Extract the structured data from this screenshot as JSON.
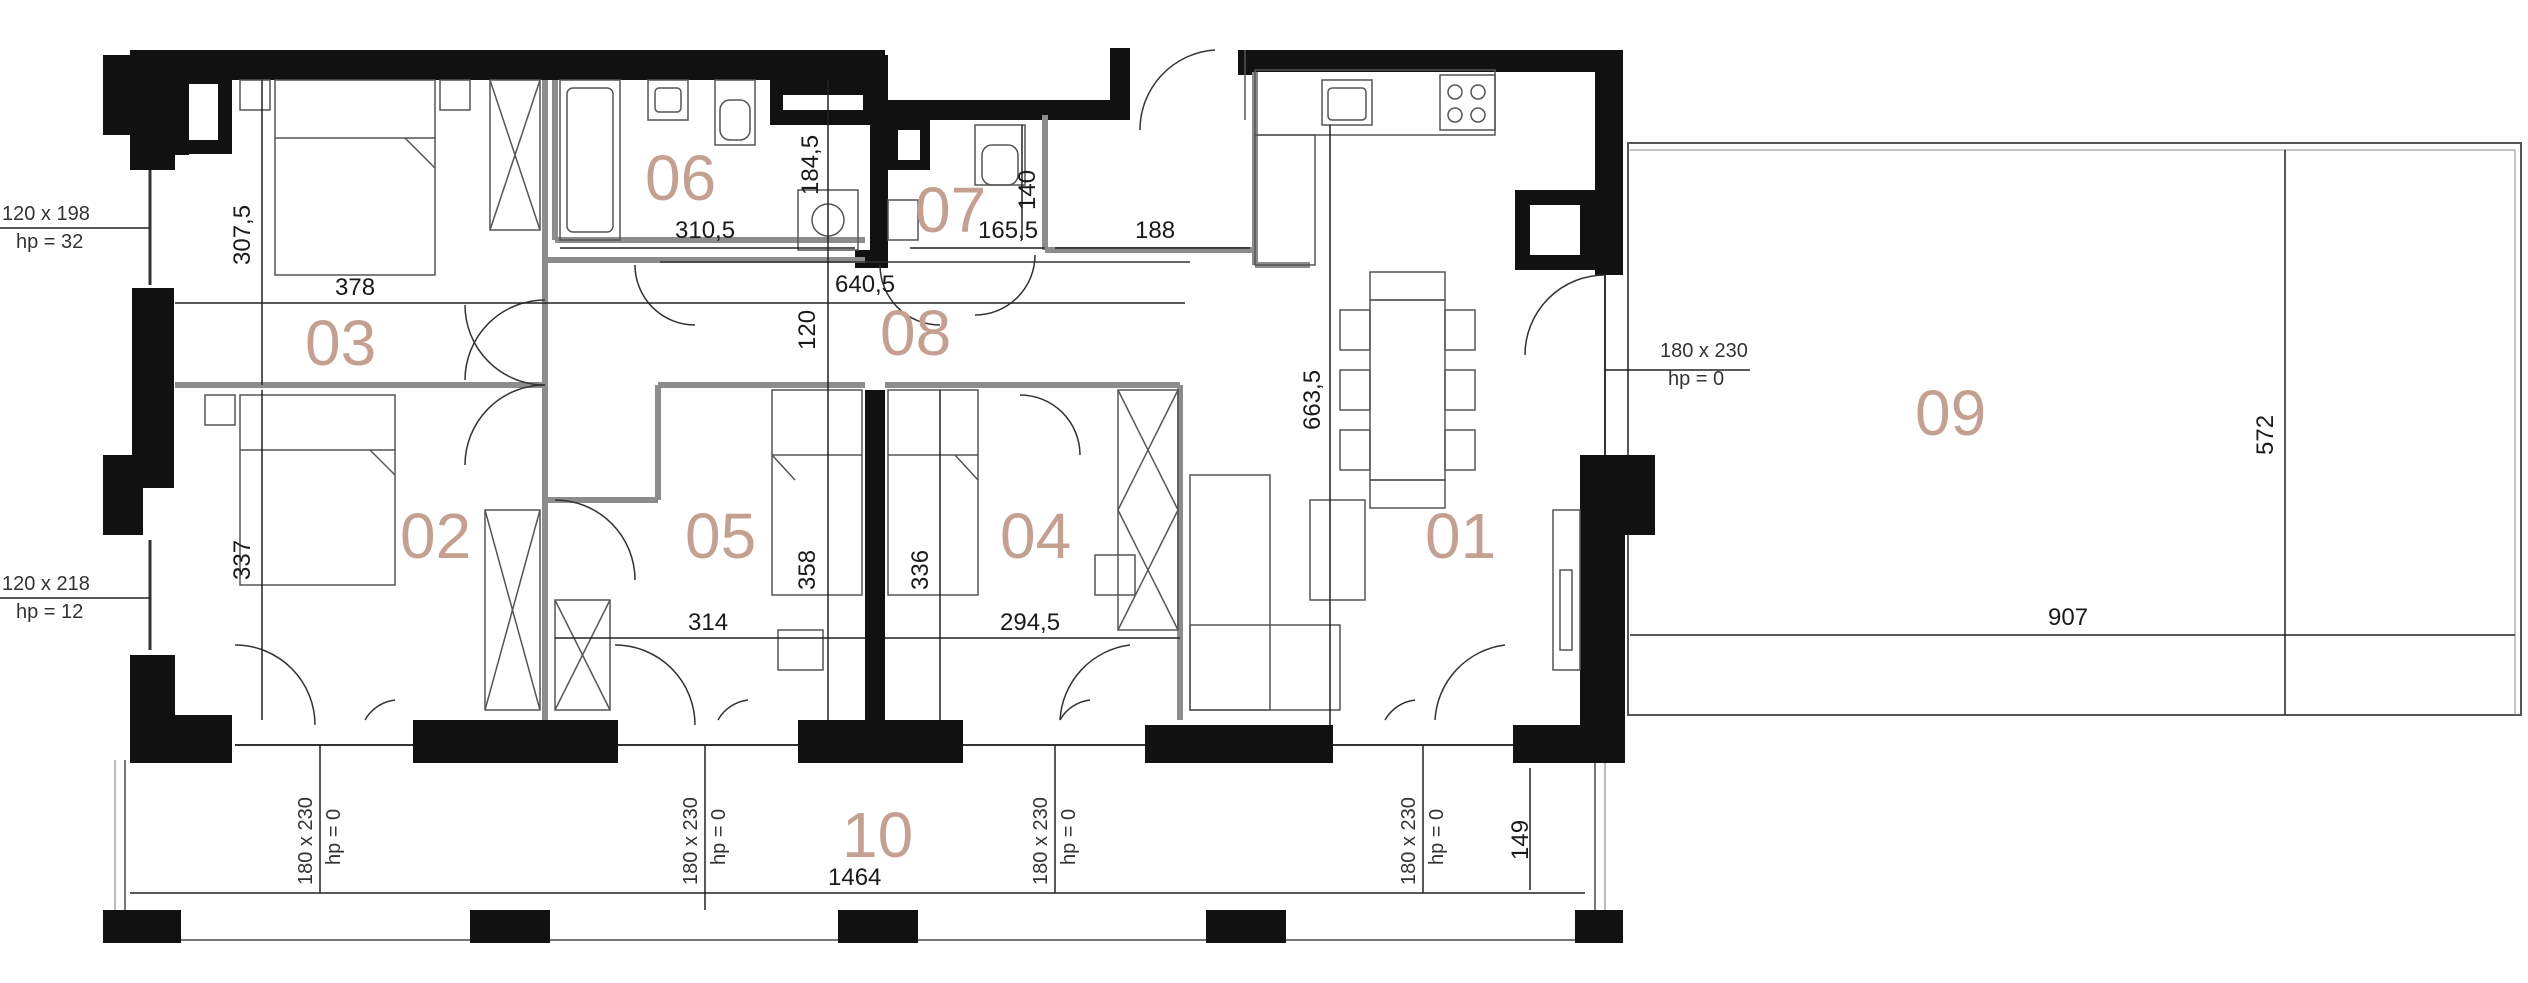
{
  "colors": {
    "wall": "#111111",
    "partition": "#8c8c8c",
    "room_number": "#c4a091",
    "line": "#333333"
  },
  "rooms": {
    "r01": "01",
    "r02": "02",
    "r03": "03",
    "r04": "04",
    "r05": "05",
    "r06": "06",
    "r07": "07",
    "r08": "08",
    "r09": "09",
    "r10": "10"
  },
  "dimensions": {
    "d307_5": "307,5",
    "d378": "378",
    "d310_5": "310,5",
    "d184_5": "184,5",
    "d140": "140",
    "d165_5": "165,5",
    "d188": "188",
    "d640_5": "640,5",
    "d120": "120",
    "d663_5": "663,5",
    "d572": "572",
    "d337": "337",
    "d358": "358",
    "d336": "336",
    "d314": "314",
    "d294_5": "294,5",
    "d907": "907",
    "d1464": "1464",
    "d149": "149"
  },
  "windows": {
    "w1_size": "120 x 198",
    "w1_hp": "hp = 32",
    "w2_size": "120 x 218",
    "w2_hp": "hp = 12",
    "w3_size": "180 x 230",
    "w3_hp": "hp = 0",
    "b1_size": "180 x 230",
    "b1_hp": "hp = 0",
    "b2_size": "180 x 230",
    "b2_hp": "hp = 0",
    "b3_size": "180 x 230",
    "b3_hp": "hp = 0",
    "b4_size": "180 x 230",
    "b4_hp": "hp = 0"
  }
}
